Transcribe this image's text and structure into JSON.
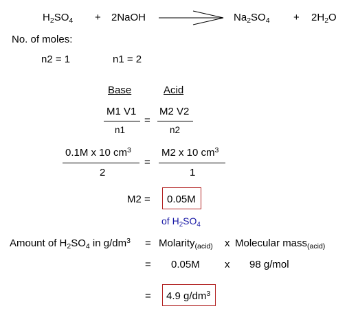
{
  "colors": {
    "text": "#000000",
    "box_border": "#b22222",
    "note": "#1a1aa6"
  },
  "equation": {
    "reactant1": {
      "base": "H",
      "s1": "2",
      "mid": "SO",
      "s2": "4"
    },
    "plus1": "+",
    "reactant2": "2NaOH",
    "product1": {
      "base": "Na",
      "s1": "2",
      "mid": "SO",
      "s2": "4"
    },
    "plus2": "+",
    "product2": {
      "base": "2H",
      "s1": "2",
      "mid": "O"
    }
  },
  "moles": {
    "heading": "No. of moles:",
    "n2": "n2 = 1",
    "n1": "n1 = 2"
  },
  "titration": {
    "base_header": "Base",
    "acid_header": "Acid",
    "left_num": "M1 V1",
    "left_den": "n1",
    "right_num": "M2 V2",
    "right_den": "n2",
    "eq1": "=",
    "sub_left_num": "0.1M  x  10 cm",
    "sub_left_num_sup": "3",
    "sub_left_den": "2",
    "sub_right_num": "M2  x  10 cm",
    "sub_right_num_sup": "3",
    "sub_right_den": "1",
    "eq2": "="
  },
  "result": {
    "label": "M2  =",
    "value": "0.05M",
    "note_pre": "of H",
    "note_s1": "2",
    "note_mid": "SO",
    "note_s2": "4"
  },
  "amount": {
    "pre": "Amount of H",
    "s1": "2",
    "mid": "SO",
    "s2": "4",
    "post": " in g/dm",
    "sup": "3",
    "eq": "=",
    "molarity": "Molarity",
    "molarity_sub": "(acid)",
    "times": "x",
    "molmass": "Molecular mass",
    "molmass_sub": "(acid)",
    "eq2": "=",
    "val1": "0.05M",
    "times2": "x",
    "val2": "98 g/mol",
    "eq3": "=",
    "final": "4.9 g/dm",
    "final_sup": "3"
  }
}
